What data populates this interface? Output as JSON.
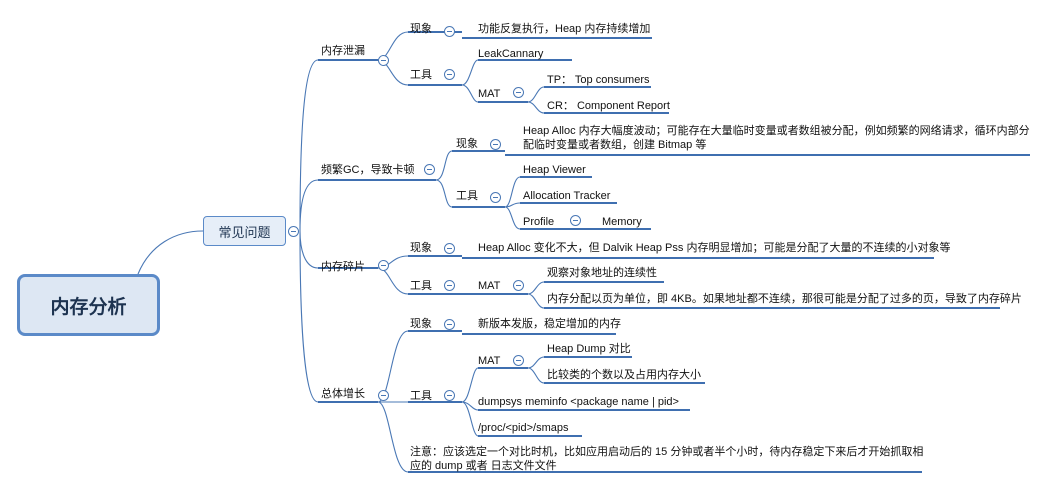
{
  "root": {
    "label": "内存分析"
  },
  "hub": {
    "label": "常见问题"
  },
  "leak": {
    "label": "内存泄漏",
    "symptom": {
      "label": "现象",
      "detail": "功能反复执行，Heap 内存持续增加"
    },
    "tools": {
      "label": "工具",
      "leakcanary": "LeakCannary",
      "mat": {
        "label": "MAT",
        "tp": "TP：  Top consumers",
        "cr": "CR：  Component Report"
      }
    }
  },
  "gc": {
    "label": "频繁GC，导致卡顿",
    "symptom": {
      "label": "现象",
      "detail": "Heap Alloc 内存大幅度波动；可能存在大量临时变量或者数组被分配，例如频繁的网络请求，循环内部分配临时变量或者数组，创建 Bitmap 等"
    },
    "tools": {
      "label": "工具",
      "heap_viewer": "Heap Viewer",
      "allocation_tracker": "Allocation Tracker",
      "profile": {
        "label": "Profile",
        "memory": "Memory"
      }
    }
  },
  "frag": {
    "label": "内存碎片",
    "symptom": {
      "label": "现象",
      "detail": "Heap Alloc 变化不大，但 Dalvik Heap Pss 内存明显增加；可能是分配了大量的不连续的小对象等"
    },
    "tools": {
      "label": "工具",
      "mat": {
        "label": "MAT",
        "item1": "观察对象地址的连续性",
        "item2": "内存分配以页为单位，即 4KB。如果地址都不连续，那很可能是分配了过多的页，导致了内存碎片"
      }
    }
  },
  "growth": {
    "label": "总体增长",
    "symptom": {
      "label": "现象",
      "detail": "新版本发版，稳定增加的内存"
    },
    "tools": {
      "label": "工具",
      "mat": {
        "label": "MAT",
        "heap_dump": "Heap Dump 对比",
        "compare": "比较类的个数以及占用内存大小"
      },
      "dumpsys": "dumpsys meminfo <package name | pid>",
      "smaps": "/proc/<pid>/smaps"
    },
    "note": "注意：应该选定一个对比时机，比如应用启动后的 15 分钟或者半个小时，待内存稳定下来后才开始抓取相应的 dump 或者 日志文件文件"
  },
  "colors": {
    "link": "#4a78b5",
    "underline": "#3f6fb0",
    "root_fill": "#dde7f3",
    "root_border": "#5b8ac8"
  }
}
